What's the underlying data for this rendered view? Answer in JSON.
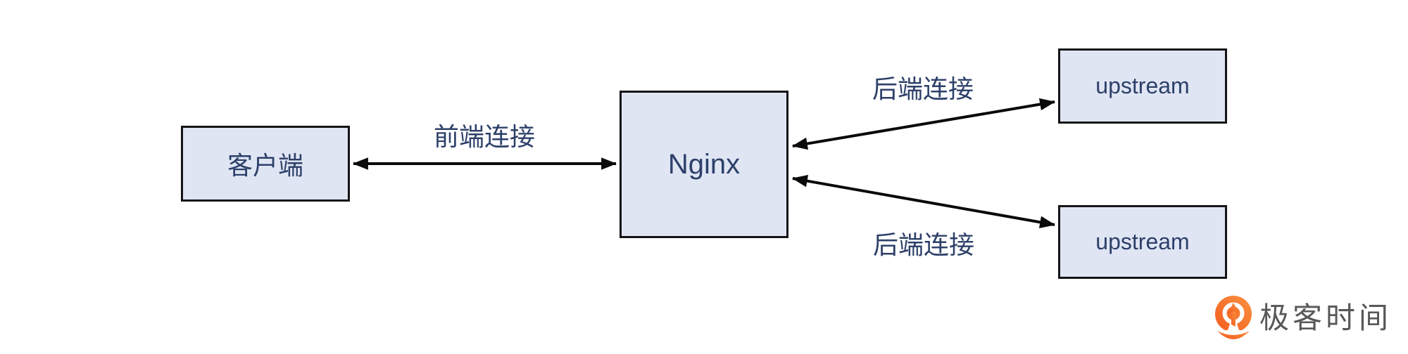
{
  "colors": {
    "node_fill": "#e0e5f4",
    "node_border": "#141414",
    "text_navy": "#2d4069",
    "arrow": "#0a0a0a",
    "logo_orange_light": "#fb9241",
    "logo_orange_dark": "#f35b1e",
    "logo_text_color": "#595757"
  },
  "diagram": {
    "nodes": {
      "client": {
        "label": "客户端"
      },
      "nginx": {
        "label": "Nginx"
      },
      "upstream_top": {
        "label": "upstream"
      },
      "upstream_bottom": {
        "label": "upstream"
      }
    },
    "edges": {
      "frontend": {
        "label": "前端连接",
        "direction": "bidirectional"
      },
      "backend_top": {
        "label": "后端连接",
        "direction": "bidirectional"
      },
      "backend_bottom": {
        "label": "后端连接",
        "direction": "bidirectional"
      }
    }
  },
  "branding": {
    "logo_text": "极客时间",
    "logo_icon": "geektime-pin-arrow"
  }
}
